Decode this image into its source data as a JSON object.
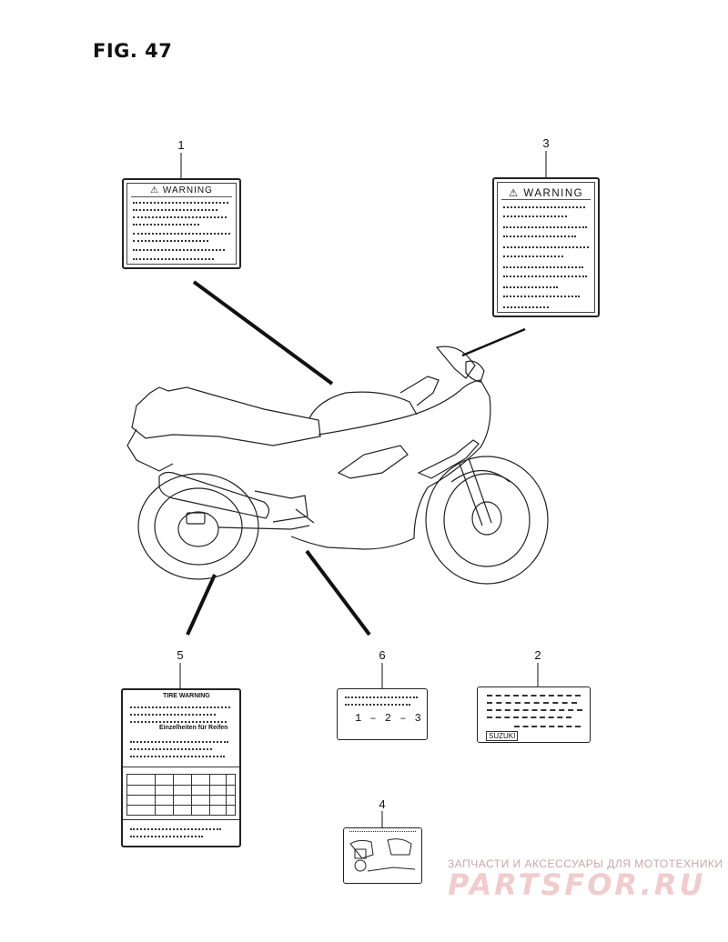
{
  "figure": {
    "title": "FIG. 47"
  },
  "callouts": [
    {
      "number": "1",
      "label": "WARNING"
    },
    {
      "number": "3",
      "label": "WARNING"
    },
    {
      "number": "5",
      "label": "TIRE WARNING",
      "sublabel": "Einzelheiten für Reifen"
    },
    {
      "number": "6",
      "sequence": "1 – 2 – 3"
    },
    {
      "number": "2",
      "brand": "SUZUKI"
    },
    {
      "number": "4"
    }
  ],
  "watermark": {
    "tagline": "ЗАПЧАСТИ И АКСЕССУАРЫ ДЛЯ МОТОТЕХНИКИ",
    "logo": "PARTSFOR.RU",
    "color": "#f1cccc"
  },
  "icons": {
    "warning": "warning-triangle-icon"
  }
}
